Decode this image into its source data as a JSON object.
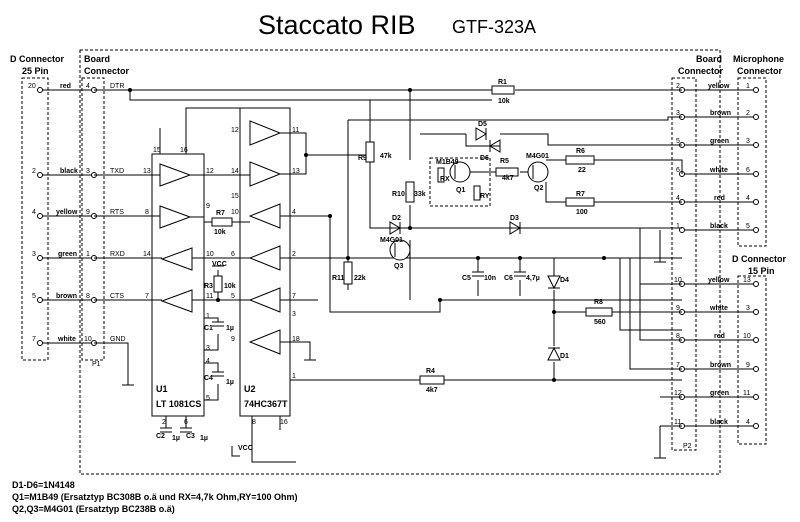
{
  "title": "Staccato  RIB",
  "model": "GTF-323A",
  "connectors": {
    "d25": {
      "title1": "D Connector",
      "title2": "25 Pin",
      "rows": [
        {
          "pin": "20",
          "color": "red",
          "board_pin": "4",
          "signal": "DTR"
        },
        {
          "pin": "2",
          "color": "black",
          "board_pin": "3",
          "signal": "TXD"
        },
        {
          "pin": "4",
          "color": "yellow",
          "board_pin": "9",
          "signal": "RTS"
        },
        {
          "pin": "3",
          "color": "green",
          "board_pin": "1",
          "signal": "RXD"
        },
        {
          "pin": "5",
          "color": "brown",
          "board_pin": "8",
          "signal": "CTS"
        },
        {
          "pin": "7",
          "color": "white",
          "board_pin": "10",
          "signal": "GND"
        }
      ],
      "p_label": "P1"
    },
    "board_left": {
      "title1": "Board",
      "title2": "Connector"
    },
    "board_right": {
      "title1": "Board",
      "title2": "Connector",
      "p_label": "P2"
    },
    "mic": {
      "title1": "Microphone",
      "title2": "Connector",
      "rows": [
        {
          "board_pin": "2",
          "color": "yellow",
          "pin": "1"
        },
        {
          "board_pin": "3",
          "color": "brown",
          "pin": "2"
        },
        {
          "board_pin": "5",
          "color": "green",
          "pin": "3"
        },
        {
          "board_pin": "6",
          "color": "white",
          "pin": "6"
        },
        {
          "board_pin": "4",
          "color": "red",
          "pin": "4"
        },
        {
          "board_pin": "1",
          "color": "black",
          "pin": "5"
        }
      ]
    },
    "d15": {
      "title1": "D Connector",
      "title2": "15 Pin",
      "rows": [
        {
          "board_pin": "10",
          "color": "yellow",
          "pin": "13"
        },
        {
          "board_pin": "9",
          "color": "white",
          "pin": "3"
        },
        {
          "board_pin": "8",
          "color": "red",
          "pin": "10"
        },
        {
          "board_pin": "7",
          "color": "brown",
          "pin": "9"
        },
        {
          "board_pin": "12",
          "color": "green",
          "pin": "11"
        },
        {
          "board_pin": "11",
          "color": "black",
          "pin": "4"
        }
      ]
    }
  },
  "ics": {
    "u1": {
      "name": "U1",
      "part": "LT 1081CS",
      "pins": [
        "15",
        "16",
        "13",
        "12",
        "8",
        "9",
        "14",
        "7",
        "10",
        "11",
        "1",
        "3",
        "4",
        "5",
        "2",
        "6"
      ]
    },
    "u2": {
      "name": "U2",
      "part": "74HC367T",
      "pins": [
        "12",
        "11",
        "14",
        "13",
        "15",
        "10",
        "4",
        "6",
        "2",
        "5",
        "7",
        "9",
        "3",
        "18",
        "1",
        "8",
        "16"
      ]
    }
  },
  "components": {
    "r1": {
      "name": "R1",
      "value": "10k"
    },
    "r3": {
      "name": "R3",
      "value": "10k"
    },
    "r5": {
      "name": "R5",
      "value": "4k7"
    },
    "r6": {
      "name": "R6",
      "value": "22"
    },
    "r7": {
      "name": "R7",
      "value": "100"
    },
    "r7b": {
      "name": "R7",
      "value": "10k"
    },
    "r8": {
      "name": "R8",
      "value": "560"
    },
    "r9": {
      "name": "R9",
      "value": "47k"
    },
    "r10": {
      "name": "R10",
      "value": "33k"
    },
    "r11": {
      "name": "R11",
      "value": "22k"
    },
    "r4": {
      "name": "R4",
      "value": "4k7"
    },
    "d1": "D1",
    "d2": "D2",
    "d3": "D3",
    "d4": "D4",
    "d5": "D5",
    "d6": "D6",
    "q1": {
      "name": "Q1",
      "type": "M1B49",
      "rx": "RX",
      "ry": "RY"
    },
    "q2": {
      "name": "Q2",
      "type": "M4G01"
    },
    "q3": {
      "name": "Q3",
      "type": "M4G01"
    },
    "c1": {
      "name": "C1",
      "value": "1µ"
    },
    "c2": {
      "name": "C2",
      "value": "1µ"
    },
    "c3": {
      "name": "C3",
      "value": "1µ"
    },
    "c4": {
      "name": "C4",
      "value": "1µ"
    },
    "c5": {
      "name": "C5",
      "value": "10n"
    },
    "c6": {
      "name": "C6",
      "value": "4,7µ"
    },
    "vcc": "VCC"
  },
  "notes": [
    "D1-D6=1N4148",
    "Q1=M1B49 (Ersatztyp BC308B o.ä und RX=4,7k Ohm,RY=100 Ohm)",
    "Q2,Q3=M4G01 (Ersatztyp BC238B o.ä)"
  ]
}
